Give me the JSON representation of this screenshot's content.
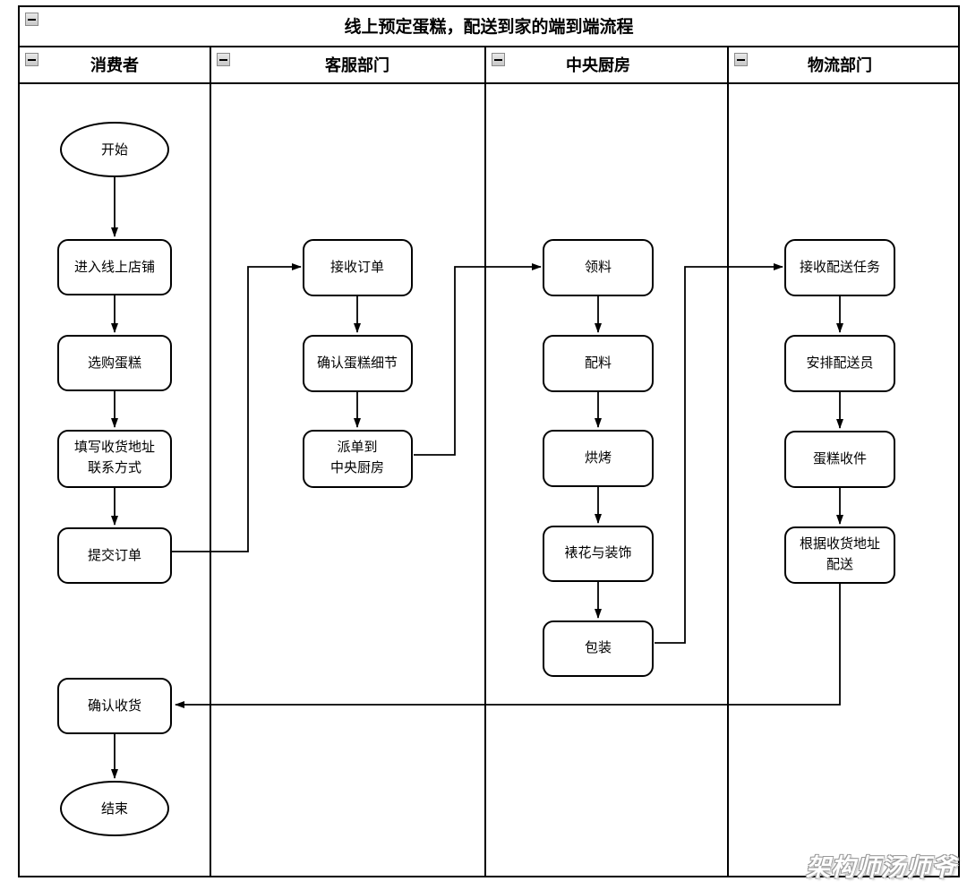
{
  "diagram": {
    "pool_title": "线上预定蛋糕，配送到家的端到端流程",
    "collapse_icon": "minus-collapse-icon",
    "lanes": [
      {
        "id": "consumer",
        "label": "消费者"
      },
      {
        "id": "service",
        "label": "客服部门"
      },
      {
        "id": "kitchen",
        "label": "中央厨房"
      },
      {
        "id": "logistics",
        "label": "物流部门"
      }
    ],
    "nodes": [
      {
        "id": "start",
        "lane": "consumer",
        "type": "ellipse",
        "lines": [
          "开始"
        ]
      },
      {
        "id": "enter-shop",
        "lane": "consumer",
        "type": "rounded",
        "lines": [
          "进入线上店铺"
        ]
      },
      {
        "id": "pick-cake",
        "lane": "consumer",
        "type": "rounded",
        "lines": [
          "选购蛋糕"
        ]
      },
      {
        "id": "fill-addr",
        "lane": "consumer",
        "type": "rounded",
        "lines": [
          "填写收货地址",
          "联系方式"
        ]
      },
      {
        "id": "submit",
        "lane": "consumer",
        "type": "rounded",
        "lines": [
          "提交订单"
        ]
      },
      {
        "id": "confirm-rcv",
        "lane": "consumer",
        "type": "rounded",
        "lines": [
          "确认收货"
        ]
      },
      {
        "id": "end",
        "lane": "consumer",
        "type": "ellipse",
        "lines": [
          "结束"
        ]
      },
      {
        "id": "recv-order",
        "lane": "service",
        "type": "rounded",
        "lines": [
          "接收订单"
        ]
      },
      {
        "id": "confirm-det",
        "lane": "service",
        "type": "rounded",
        "lines": [
          "确认蛋糕细节"
        ]
      },
      {
        "id": "dispatch",
        "lane": "service",
        "type": "rounded",
        "lines": [
          "派单到",
          "中央厨房"
        ]
      },
      {
        "id": "get-mat",
        "lane": "kitchen",
        "type": "rounded",
        "lines": [
          "领料"
        ]
      },
      {
        "id": "mix",
        "lane": "kitchen",
        "type": "rounded",
        "lines": [
          "配料"
        ]
      },
      {
        "id": "bake",
        "lane": "kitchen",
        "type": "rounded",
        "lines": [
          "烘烤"
        ]
      },
      {
        "id": "decorate",
        "lane": "kitchen",
        "type": "rounded",
        "lines": [
          "裱花与装饰"
        ]
      },
      {
        "id": "package",
        "lane": "kitchen",
        "type": "rounded",
        "lines": [
          "包装"
        ]
      },
      {
        "id": "recv-task",
        "lane": "logistics",
        "type": "rounded",
        "lines": [
          "接收配送任务"
        ]
      },
      {
        "id": "assign",
        "lane": "logistics",
        "type": "rounded",
        "lines": [
          "安排配送员"
        ]
      },
      {
        "id": "pickup",
        "lane": "logistics",
        "type": "rounded",
        "lines": [
          "蛋糕收件"
        ]
      },
      {
        "id": "deliver",
        "lane": "logistics",
        "type": "rounded",
        "lines": [
          "根据收货地址",
          "配送"
        ]
      }
    ],
    "edges": [
      {
        "from": "start",
        "to": "enter-shop"
      },
      {
        "from": "enter-shop",
        "to": "pick-cake"
      },
      {
        "from": "pick-cake",
        "to": "fill-addr"
      },
      {
        "from": "fill-addr",
        "to": "submit"
      },
      {
        "from": "submit",
        "to": "recv-order"
      },
      {
        "from": "recv-order",
        "to": "confirm-det"
      },
      {
        "from": "confirm-det",
        "to": "dispatch"
      },
      {
        "from": "dispatch",
        "to": "get-mat"
      },
      {
        "from": "get-mat",
        "to": "mix"
      },
      {
        "from": "mix",
        "to": "bake"
      },
      {
        "from": "bake",
        "to": "decorate"
      },
      {
        "from": "decorate",
        "to": "package"
      },
      {
        "from": "package",
        "to": "recv-task"
      },
      {
        "from": "recv-task",
        "to": "assign"
      },
      {
        "from": "assign",
        "to": "pickup"
      },
      {
        "from": "pickup",
        "to": "deliver"
      },
      {
        "from": "deliver",
        "to": "confirm-rcv"
      },
      {
        "from": "confirm-rcv",
        "to": "end"
      }
    ]
  },
  "watermark": {
    "text": "架构师汤师爷"
  }
}
